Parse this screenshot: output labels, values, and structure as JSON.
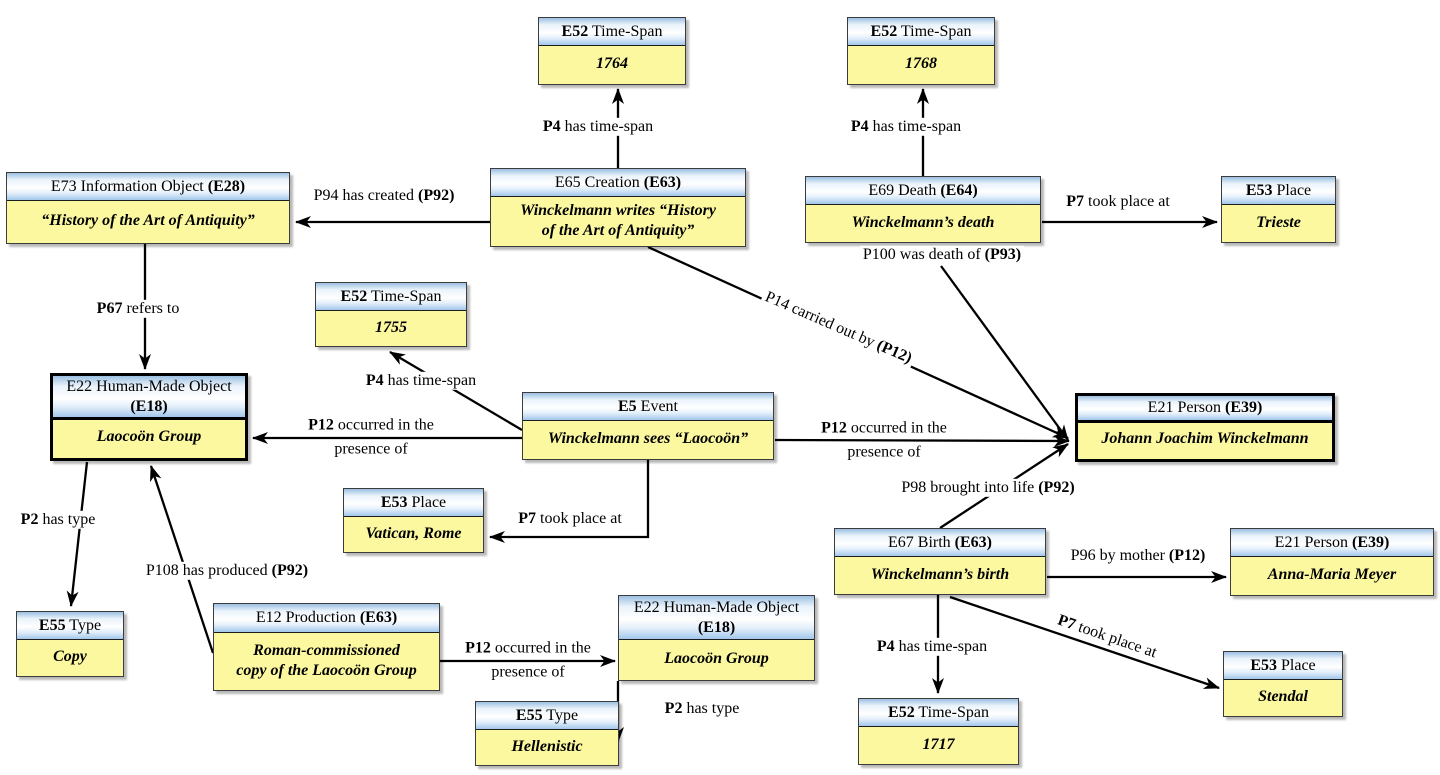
{
  "colors": {
    "node_header_blue_top": "#9cc0e2",
    "node_header_blue_bottom": "#a2c7eb",
    "node_body_yellow": "#fbf8a0",
    "edge_line": "#000000",
    "emphasis_border": "#000000",
    "background": "#ffffff"
  },
  "nodes": {
    "ts1764": {
      "code": "E52",
      "post": " Time-Span",
      "label": "1764"
    },
    "ts1768": {
      "code": "E52",
      "post": " Time-Span",
      "label": "1768"
    },
    "e73": {
      "pre": "E73 Information Object ",
      "code2": "(E28)",
      "label": "“History of the Art of Antiquity”"
    },
    "e65": {
      "pre": "E65 Creation ",
      "code2": "(E63)",
      "label": "Winckelmann writes “History",
      "label2": "of the Art of Antiquity”"
    },
    "e69": {
      "pre": "E69 Death ",
      "code2": "(E64)",
      "label": "Winckelmann’s death"
    },
    "trieste": {
      "code": "E53",
      "post": " Place",
      "label": "Trieste"
    },
    "ts1755": {
      "code": "E52",
      "post": " Time-Span",
      "label": "1755"
    },
    "e22a": {
      "pre": "E22 Human-Made Object ",
      "code2": "(E18)",
      "label": "Laocoön Group"
    },
    "e5": {
      "code": "E5",
      "post": " Event",
      "label": "Winckelmann sees “Laocoön”"
    },
    "e21a": {
      "pre": "E21 Person ",
      "code2": "(E39)",
      "label": "Johann Joachim Winckelmann"
    },
    "vatican": {
      "code": "E53",
      "post": " Place",
      "label": "Vatican, Rome"
    },
    "e67": {
      "pre": "E67 Birth ",
      "code2": "(E63)",
      "label": "Winckelmann’s birth"
    },
    "e21b": {
      "pre": "E21 Person ",
      "code2": "(E39)",
      "label": "Anna-Maria Meyer"
    },
    "copy": {
      "code": "E55",
      "post": " Type",
      "label": "Copy"
    },
    "e12": {
      "pre": "E12 Production ",
      "code2": "(E63)",
      "label": "Roman-commissioned",
      "label2": "copy of the Laocoön Group"
    },
    "e22b": {
      "pre": "E22 Human-Made Object ",
      "code2": "(E18)",
      "label": "Laocoön Group"
    },
    "hellenistic": {
      "code": "E55",
      "post": " Type",
      "label": "Hellenistic"
    },
    "stendal": {
      "code": "E53",
      "post": " Place",
      "label": "Stendal"
    },
    "ts1717": {
      "code": "E52",
      "post": " Time-Span",
      "label": "1717"
    }
  },
  "edges": {
    "p4_creation": {
      "code": "P4",
      "post": " has time-span"
    },
    "p4_death": {
      "code": "P4",
      "post": " has time-span"
    },
    "p94_created": {
      "pre": "P94 has created ",
      "code2": "(P92)"
    },
    "p7_death_place": {
      "code": "P7",
      "post": " took place at"
    },
    "p100_death_of": {
      "pre": "P100 was death of ",
      "code2": "(P93)"
    },
    "p67_refers": {
      "code": "P67",
      "post": " refers to"
    },
    "p4_event": {
      "code": "P4",
      "post": " has time-span"
    },
    "p12_event_object": {
      "code": "P12",
      "post": " occurred in the",
      "line2": "presence of"
    },
    "p14_carried": {
      "pre": "P14 carried out by ",
      "code2": "(P12)"
    },
    "p12_event_person": {
      "code": "P12",
      "post": " occurred in the",
      "line2": "presence of"
    },
    "p98_life": {
      "pre": "P98 brought into life ",
      "code2": "(P92)"
    },
    "p2_copy": {
      "code": "P2",
      "post": " has type"
    },
    "p108_produced": {
      "pre": "P108 has produced ",
      "code2": "(P92)"
    },
    "p12_production_object": {
      "code": "P12",
      "post": " occurred in the",
      "line2": "presence of"
    },
    "p2_hellenistic": {
      "code": "P2",
      "post": " has type"
    },
    "p96_mother": {
      "pre": "P96 by mother ",
      "code2": "(P12)"
    },
    "p7_birth_place": {
      "code": "P7",
      "post": " took place at"
    },
    "p4_birth": {
      "code": "P4",
      "post": " has time-span"
    },
    "p7_event_place": {
      "code": "P7",
      "post": " took place at"
    }
  }
}
